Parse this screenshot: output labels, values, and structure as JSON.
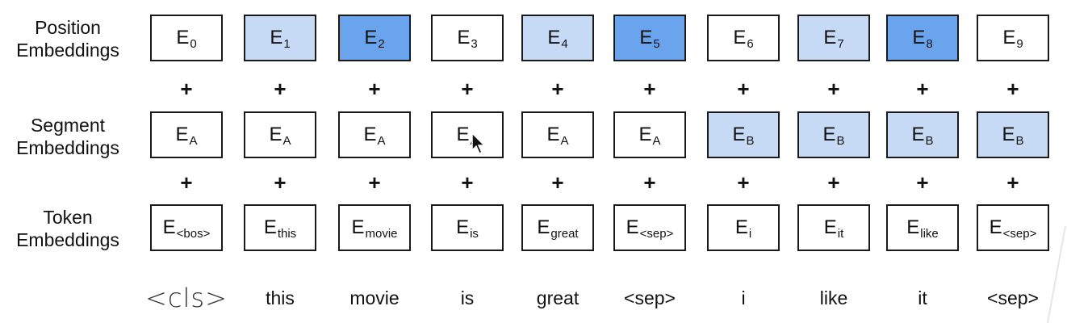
{
  "labels": {
    "position": "Position\nEmbeddings",
    "segment": "Segment\nEmbeddings",
    "token": "Token\nEmbeddings"
  },
  "plus_symbol": "+",
  "columns": [
    {
      "position": {
        "base": "E",
        "sub": "0",
        "shade": 0
      },
      "segment": {
        "base": "E",
        "sub": "A",
        "shade": 0
      },
      "token": {
        "base": "E",
        "sub": "<bos>"
      },
      "word": "<cls>"
    },
    {
      "position": {
        "base": "E",
        "sub": "1",
        "shade": 1
      },
      "segment": {
        "base": "E",
        "sub": "A",
        "shade": 0
      },
      "token": {
        "base": "E",
        "sub": "this"
      },
      "word": "this"
    },
    {
      "position": {
        "base": "E",
        "sub": "2",
        "shade": 3
      },
      "segment": {
        "base": "E",
        "sub": "A",
        "shade": 0
      },
      "token": {
        "base": "E",
        "sub": "movie"
      },
      "word": "movie"
    },
    {
      "position": {
        "base": "E",
        "sub": "3",
        "shade": 0
      },
      "segment": {
        "base": "E",
        "sub": "A",
        "shade": 0
      },
      "token": {
        "base": "E",
        "sub": "is"
      },
      "word": "is"
    },
    {
      "position": {
        "base": "E",
        "sub": "4",
        "shade": 1
      },
      "segment": {
        "base": "E",
        "sub": "A",
        "shade": 0
      },
      "token": {
        "base": "E",
        "sub": "great"
      },
      "word": "great"
    },
    {
      "position": {
        "base": "E",
        "sub": "5",
        "shade": 3
      },
      "segment": {
        "base": "E",
        "sub": "A",
        "shade": 0
      },
      "token": {
        "base": "E",
        "sub": "<sep>"
      },
      "word": "<sep>"
    },
    {
      "position": {
        "base": "E",
        "sub": "6",
        "shade": 0
      },
      "segment": {
        "base": "E",
        "sub": "B",
        "shade": 1
      },
      "token": {
        "base": "E",
        "sub": "i"
      },
      "word": "i"
    },
    {
      "position": {
        "base": "E",
        "sub": "7",
        "shade": 1
      },
      "segment": {
        "base": "E",
        "sub": "B",
        "shade": 1
      },
      "token": {
        "base": "E",
        "sub": "it"
      },
      "word": "like"
    },
    {
      "position": {
        "base": "E",
        "sub": "8",
        "shade": 3
      },
      "segment": {
        "base": "E",
        "sub": "B",
        "shade": 1
      },
      "token": {
        "base": "E",
        "sub": "like"
      },
      "word": "it"
    },
    {
      "position": {
        "base": "E",
        "sub": "9",
        "shade": 0
      },
      "segment": {
        "base": "E",
        "sub": "B",
        "shade": 1
      },
      "token": {
        "base": "E",
        "sub": "<sep>"
      },
      "word": "<sep>"
    }
  ],
  "colors": {
    "shade_0": "#ffffff",
    "shade_1": "#c6daf6",
    "shade_3": "#6aa4ec",
    "border": "#1a1a1a"
  }
}
